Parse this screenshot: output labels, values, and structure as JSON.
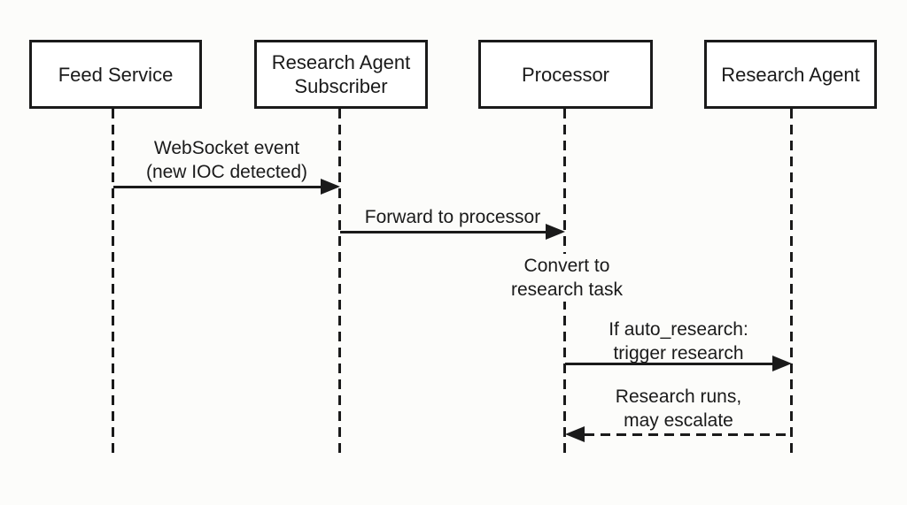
{
  "colors": {
    "line": "#1a1a1a",
    "bg": "#fcfcfa",
    "box_fill": "#ffffff"
  },
  "diagram_type": "sequence-diagram",
  "participants": [
    {
      "label": "Feed Service"
    },
    {
      "label": "Research Agent Subscriber"
    },
    {
      "label": "Processor"
    },
    {
      "label": "Research Agent"
    }
  ],
  "messages": {
    "m1": {
      "from": "Feed Service",
      "to": "Research Agent Subscriber",
      "style": "solid",
      "line1": "WebSocket event",
      "line2": "(new IOC detected)"
    },
    "m2": {
      "from": "Research Agent Subscriber",
      "to": "Processor",
      "style": "solid",
      "line1": "Forward to processor"
    },
    "note1": {
      "participant": "Processor",
      "line1": "Convert to",
      "line2": "research task"
    },
    "m3": {
      "from": "Processor",
      "to": "Research Agent",
      "style": "solid",
      "line1": "If auto_research:",
      "line2": "trigger research"
    },
    "m4": {
      "from": "Research Agent",
      "to": "Processor",
      "style": "dashed",
      "line1": "Research runs,",
      "line2": "may escalate"
    }
  }
}
